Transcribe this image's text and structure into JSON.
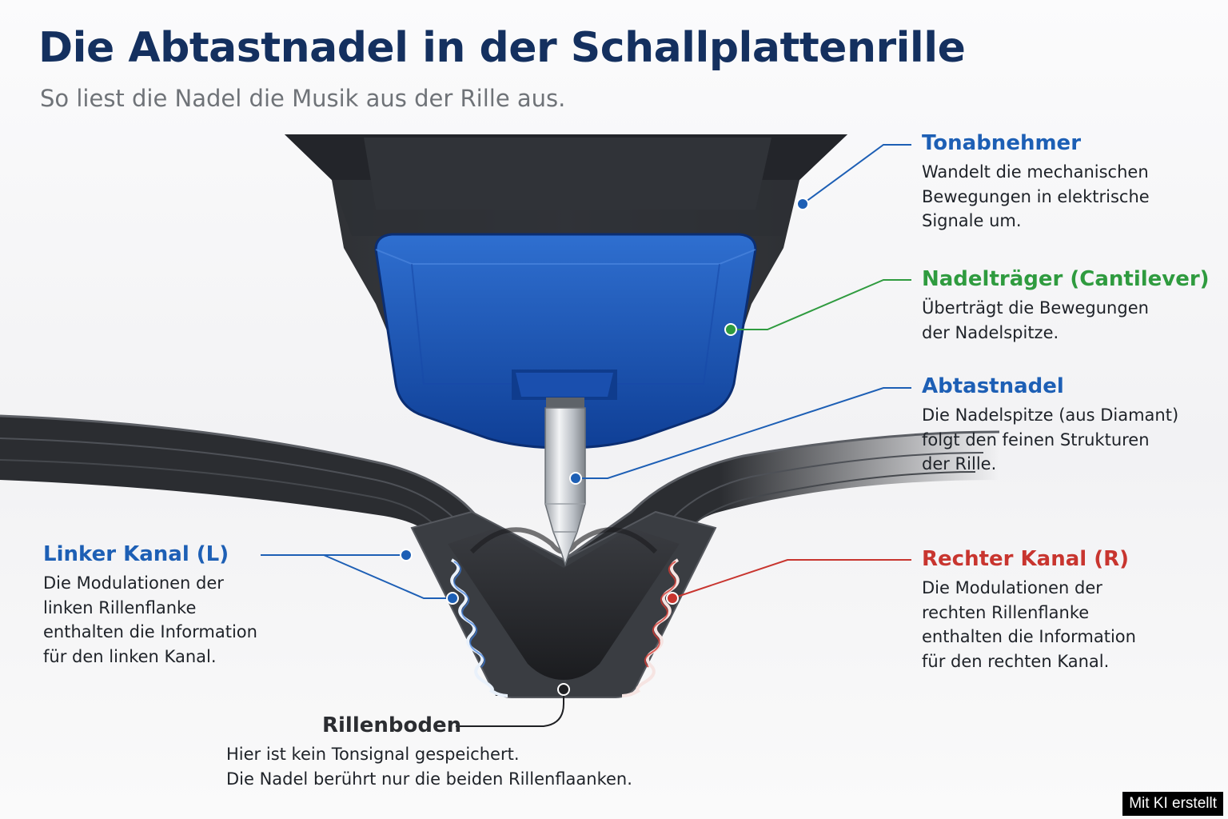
{
  "title": "Die Abtastnadel in der Schallplattenrille",
  "subtitle": "So liest die Nadel die Musik aus der Rille aus.",
  "callouts": {
    "tonabnehmer": {
      "heading": "Tonabnehmer",
      "text": "Wandelt die mechanischen\nBewegungen in elektrische\nSignale um.",
      "color": "#1d5fb5"
    },
    "nadeltraeger": {
      "heading": "Nadelträger (Cantilever)",
      "text": "Überträgt die Bewegungen\nder Nadelspitze.",
      "color": "#2f9b3f"
    },
    "abtastnadel": {
      "heading": "Abtastnadel",
      "text": "Die Nadelspitze (aus Diamant)\nfolgt den feinen Strukturen\nder Rille.",
      "color": "#1d5fb5"
    },
    "linker_kanal": {
      "heading": "Linker Kanal (L)",
      "text": "Die Modulationen der\nlinken Rillenflanke\nenthalten die Information\nfür den linken Kanal.",
      "color": "#1d5fb5"
    },
    "rechter_kanal": {
      "heading": "Rechter Kanal (R)",
      "text": "Die Modulationen der\nrechten Rillenflanke\nenthalten die Information\nfür den rechten Kanal.",
      "color": "#c8352f"
    },
    "rillenboden": {
      "heading": "Rillenboden",
      "text": "Hier ist kein Tonsignal gespeichert.\nDie Nadel berührt nur die beiden Rillenflaanken.",
      "color": "#2b2d31"
    }
  },
  "badge": "Mit KI erstellt"
}
